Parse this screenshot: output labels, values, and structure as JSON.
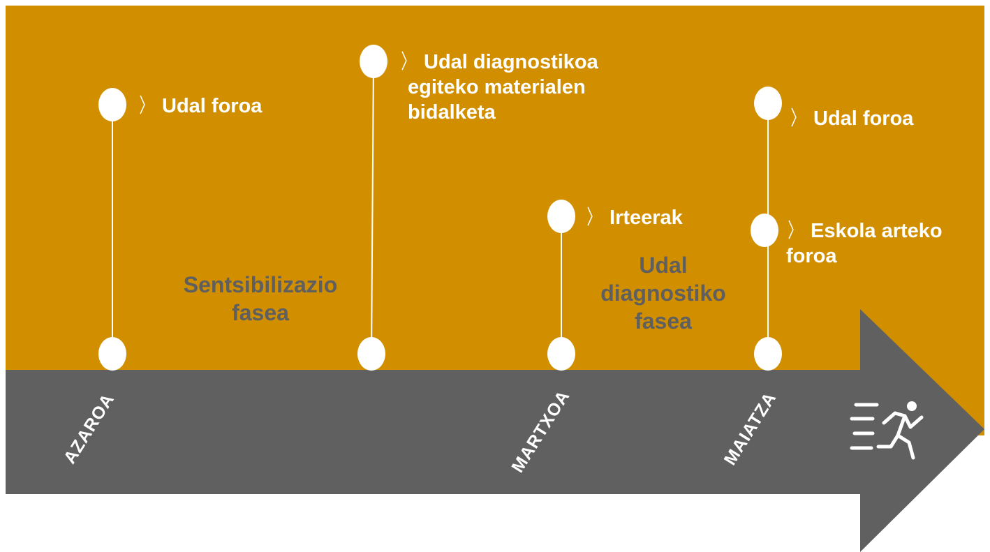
{
  "colors": {
    "background": "#D18F00",
    "arrow": "#606060",
    "dot": "#FFFFFF",
    "phase_text": "#5F5F5F"
  },
  "events": [
    {
      "chevron": "〉",
      "label": "Udal foroa"
    },
    {
      "chevron": "〉",
      "label": "Udal diagnostikoa",
      "label_line2": "egiteko materialen",
      "label_line3": "bidalketa"
    },
    {
      "chevron": "〉",
      "label": "Irteerak"
    },
    {
      "chevron": "〉",
      "label": "Udal foroa"
    },
    {
      "chevron": "〉",
      "label": "Eskola arteko",
      "label_line2": "foroa"
    }
  ],
  "phases": [
    {
      "line1": "Sentsibilizazio",
      "line2": "fasea"
    },
    {
      "line1": "Udal",
      "line2": "diagnostiko",
      "line3": "fasea"
    }
  ],
  "months": [
    "AZAROA",
    "MARTXOA",
    "MAIATZA"
  ],
  "end_icon": "running-person-icon"
}
